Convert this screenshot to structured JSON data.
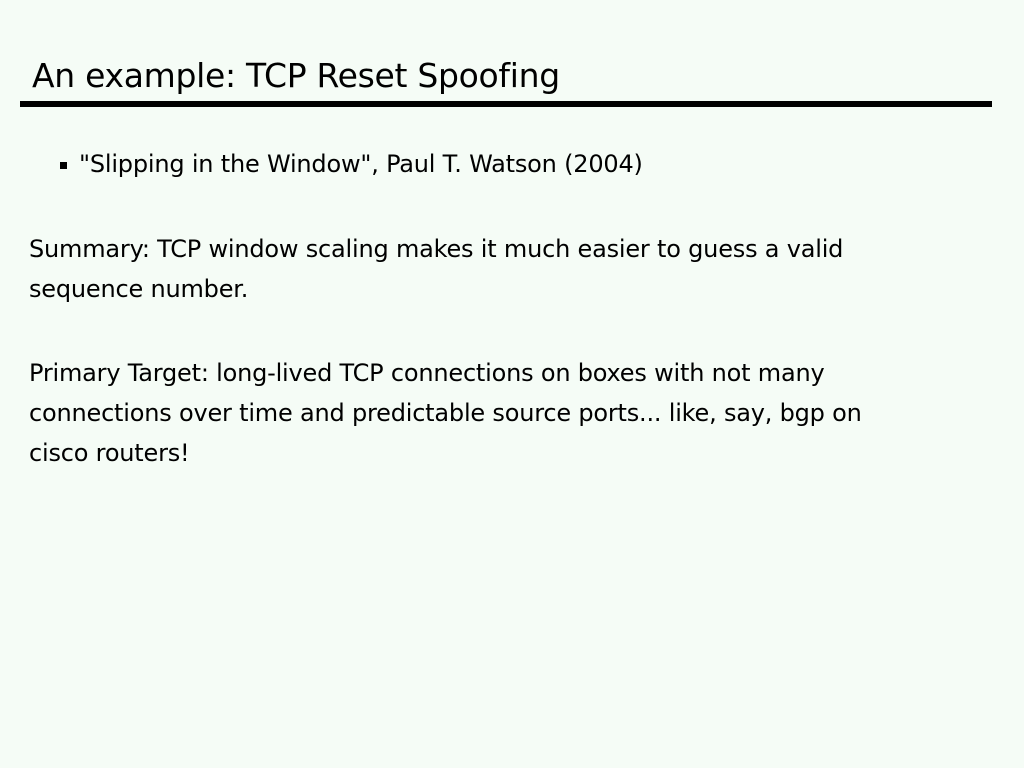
{
  "slide": {
    "title": "An example: TCP Reset Spoofing",
    "bullets": [
      "\"Slipping in the Window\", Paul T. Watson (2004)"
    ],
    "summary_line1": "Summary: TCP window scaling makes it much easier to guess a valid",
    "summary_line2": "sequence number.",
    "target_line1": "Primary Target: long-lived TCP connections on boxes with not many",
    "target_line2": "connections over time and predictable source ports... like, say, bgp on",
    "target_line3": "cisco routers!"
  }
}
